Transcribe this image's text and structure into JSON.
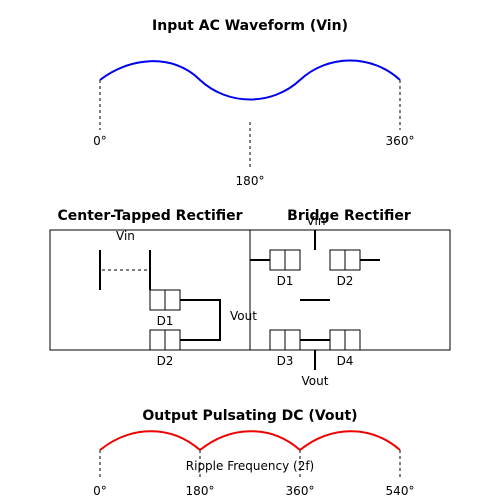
{
  "input": {
    "title": "Input AC Waveform (Vin)",
    "tick_0": "0°",
    "tick_180": "180°",
    "tick_360": "360°",
    "color": "#0000ee"
  },
  "center_tapped": {
    "title": "Center-Tapped Rectifier",
    "vin": "Vin",
    "d1": "D1",
    "d2": "D2",
    "vout": "Vout"
  },
  "bridge": {
    "title": "Bridge Rectifier",
    "vin": "Vin",
    "d1": "D1",
    "d2": "D2",
    "d3": "D3",
    "d4": "D4",
    "vout": "Vout"
  },
  "output": {
    "title": "Output Pulsating DC (Vout)",
    "ripple": "Ripple Frequency (2f)",
    "tick_0": "0°",
    "tick_180": "180°",
    "tick_360": "360°",
    "tick_540": "540°",
    "color": "#ee0000"
  }
}
